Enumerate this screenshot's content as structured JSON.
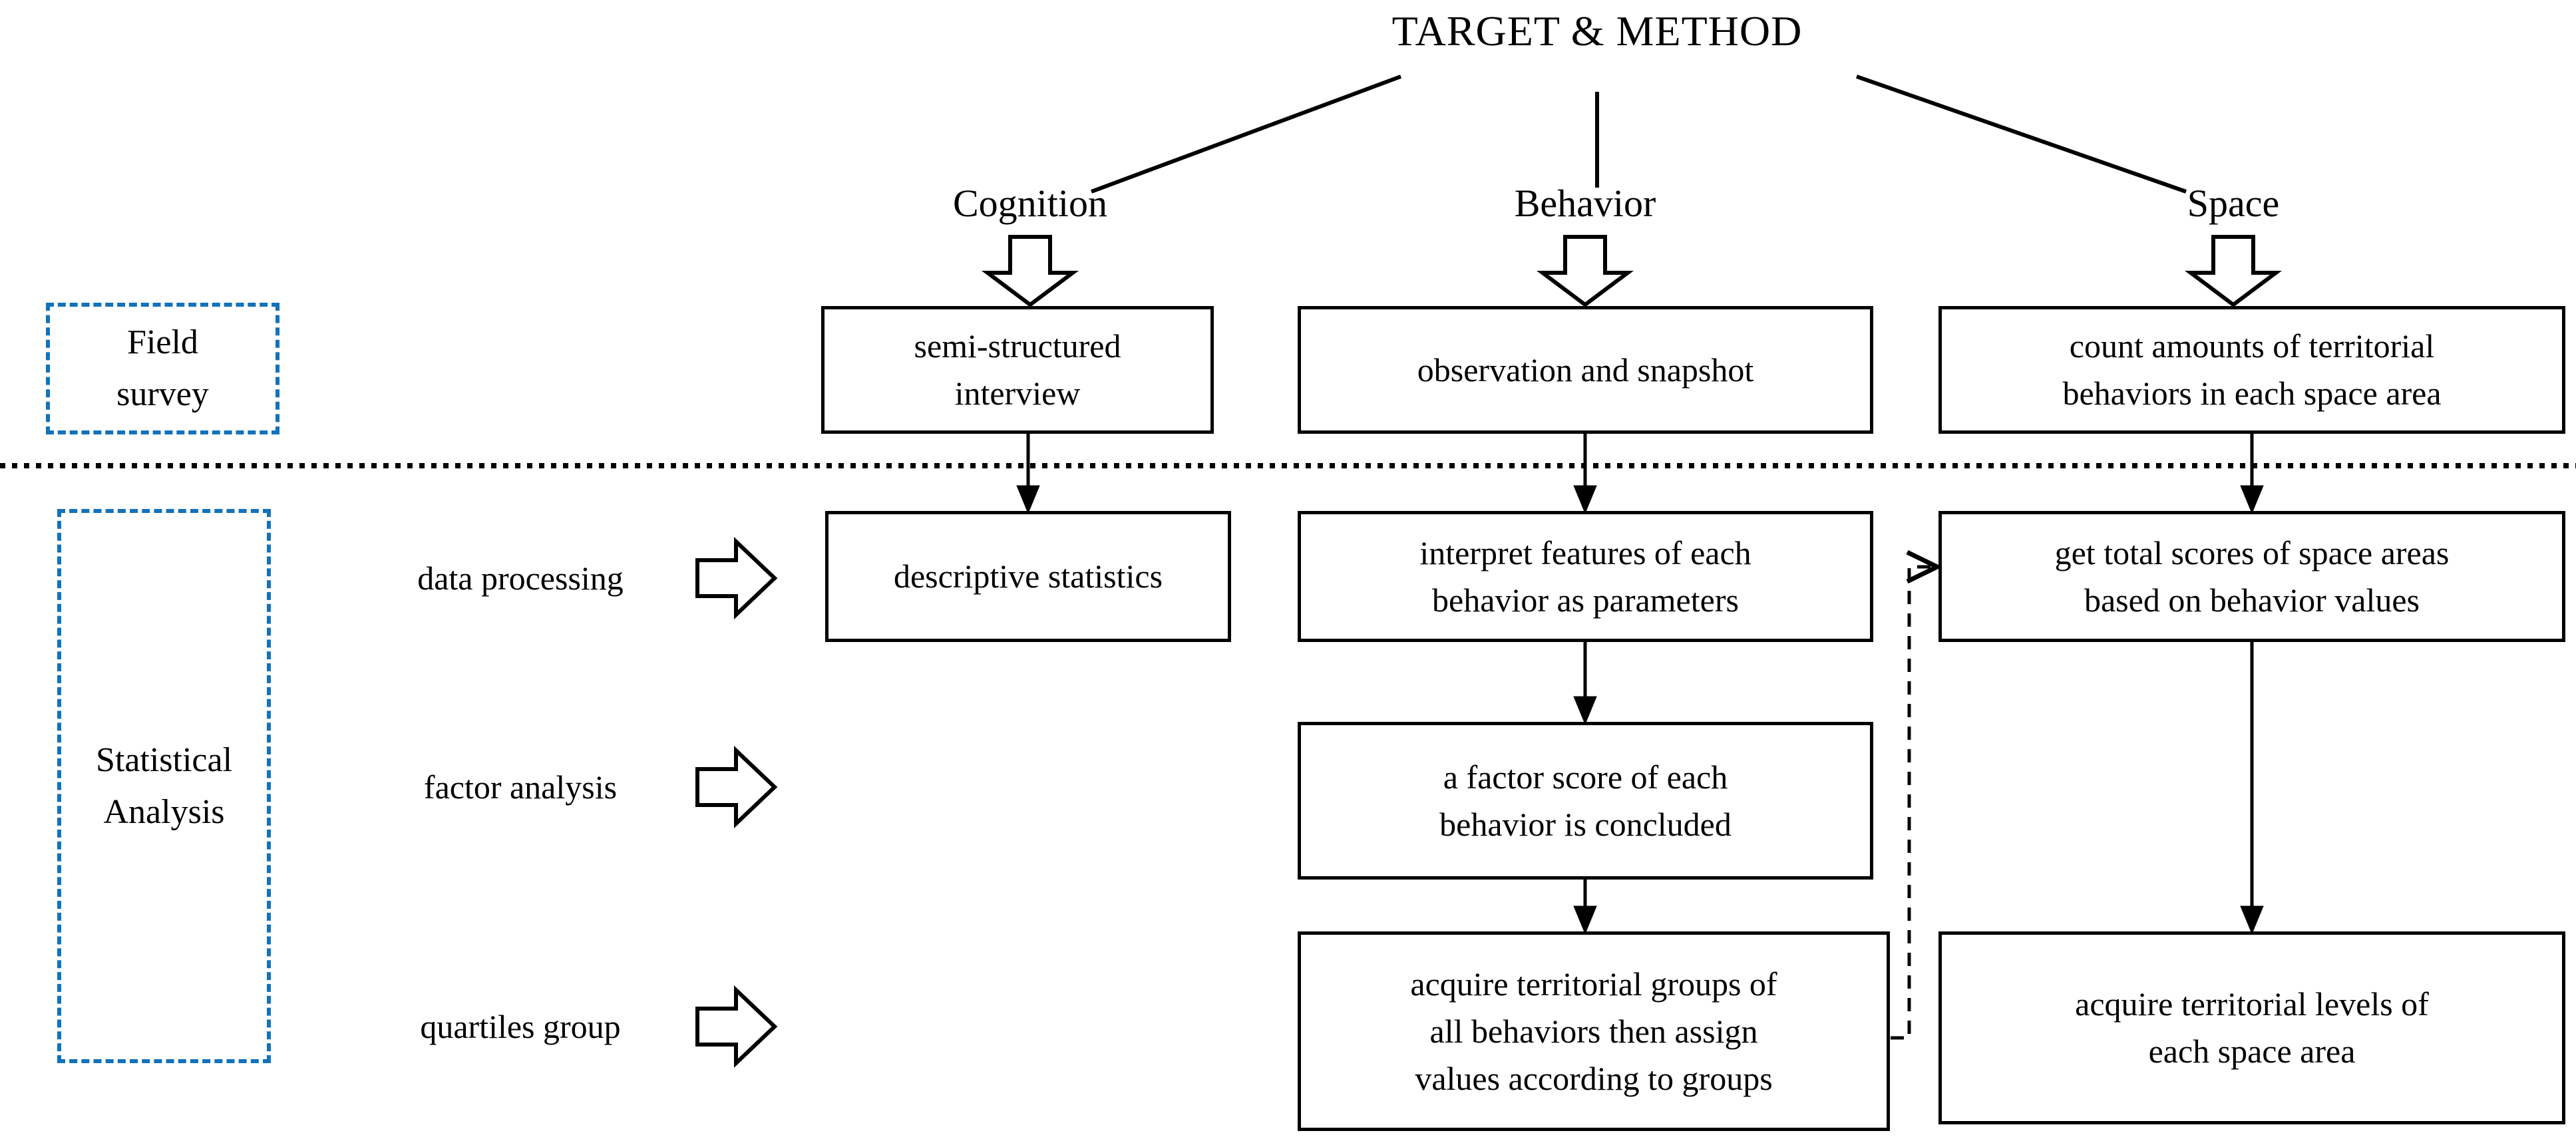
{
  "title": "TARGET & METHOD",
  "colors": {
    "accent_blue": "#1272BC",
    "ink": "#000000"
  },
  "branches": {
    "cognition": {
      "label": "Cognition"
    },
    "behavior": {
      "label": "Behavior"
    },
    "space": {
      "label": "Space"
    }
  },
  "phases": {
    "field_survey": {
      "lines": [
        "Field",
        "survey"
      ]
    },
    "statistical_analysis": {
      "lines": [
        "Statistical",
        "Analysis"
      ]
    }
  },
  "process_steps": {
    "data_processing": {
      "label": "data processing"
    },
    "factor_analysis": {
      "label": "factor analysis"
    },
    "quartiles_group": {
      "label": "quartiles group"
    }
  },
  "boxes": {
    "semi_structured_interview": {
      "lines": [
        "semi-structured",
        "interview"
      ]
    },
    "observation_snapshot": {
      "lines": [
        "observation and snapshot"
      ]
    },
    "count_amounts": {
      "lines": [
        "count amounts of territorial",
        "behaviors in each space area"
      ]
    },
    "descriptive_statistics": {
      "lines": [
        "descriptive statistics"
      ]
    },
    "interpret_features": {
      "lines": [
        "interpret features of each",
        "behavior as parameters"
      ]
    },
    "get_total_scores": {
      "lines": [
        "get total scores of space areas",
        "based on behavior values"
      ]
    },
    "factor_score": {
      "lines": [
        "a factor score of each",
        "behavior is concluded"
      ]
    },
    "acquire_groups": {
      "lines": [
        "acquire territorial groups of",
        "all behaviors then assign",
        "values according to groups"
      ]
    },
    "acquire_levels": {
      "lines": [
        "acquire territorial levels of",
        "each space area"
      ]
    }
  }
}
